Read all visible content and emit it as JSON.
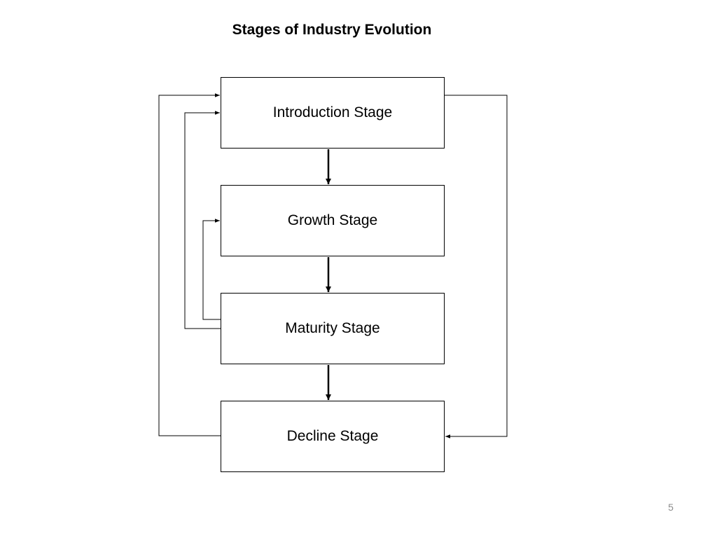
{
  "slide": {
    "title": "Stages of Industry Evolution",
    "page_number": "5"
  },
  "diagram": {
    "stages": [
      {
        "id": "introduction",
        "label": "Introduction Stage"
      },
      {
        "id": "growth",
        "label": "Growth Stage"
      },
      {
        "id": "maturity",
        "label": "Maturity Stage"
      },
      {
        "id": "decline",
        "label": "Decline Stage"
      }
    ],
    "connections": [
      {
        "from": "introduction",
        "to": "growth",
        "style": "thick"
      },
      {
        "from": "growth",
        "to": "maturity",
        "style": "thick"
      },
      {
        "from": "maturity",
        "to": "decline",
        "style": "thick"
      },
      {
        "from": "maturity",
        "to": "growth",
        "style": "thin"
      },
      {
        "from": "maturity",
        "to": "introduction",
        "style": "thin"
      },
      {
        "from": "decline",
        "to": "introduction",
        "style": "thin"
      },
      {
        "from": "introduction",
        "to": "decline",
        "style": "thin"
      }
    ]
  }
}
